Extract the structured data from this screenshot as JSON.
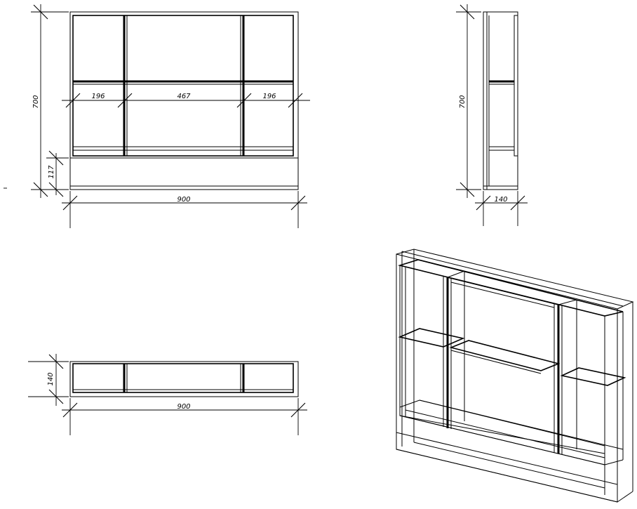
{
  "front_view": {
    "dims": {
      "height": "700",
      "bottom": "117",
      "width": "900",
      "left_section": "196",
      "middle_section": "467",
      "right_section": "196"
    }
  },
  "side_view": {
    "dims": {
      "height": "700",
      "depth": "140"
    }
  },
  "top_view": {
    "dims": {
      "depth": "140",
      "width": "900"
    }
  },
  "line_color": "#000000",
  "background_color": "#ffffff"
}
